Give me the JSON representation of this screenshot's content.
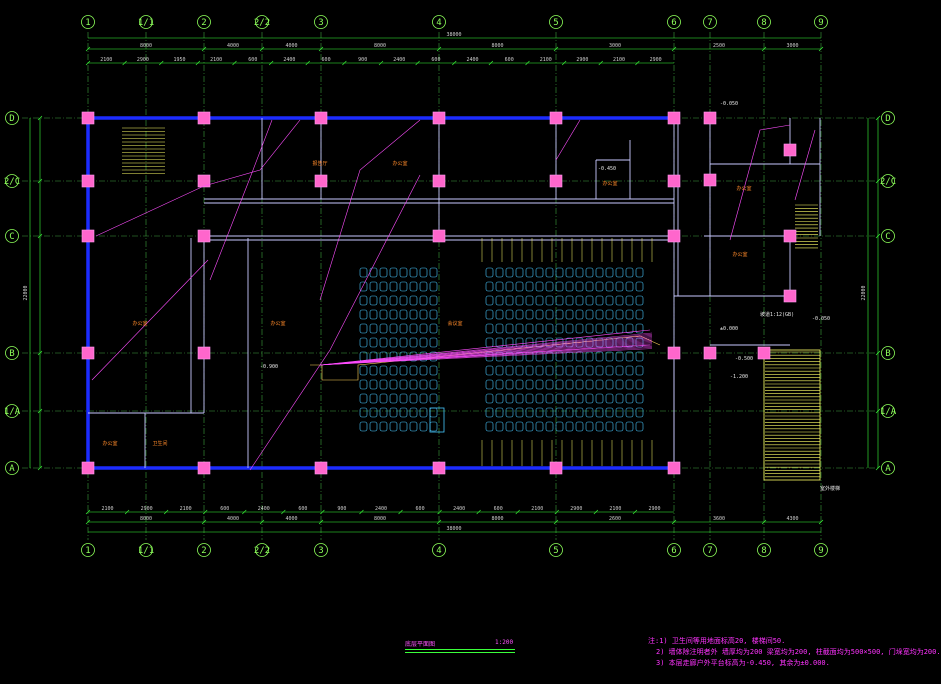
{
  "drawing": {
    "grid_columns": [
      "1",
      "1/1",
      "2",
      "2/2",
      "3",
      "4",
      "5",
      "6",
      "7",
      "8",
      "9"
    ],
    "grid_rows": [
      "D",
      "2/C",
      "C",
      "B",
      "1/A",
      "A"
    ],
    "top_total": "38000",
    "bottom_total": "38000",
    "top_spans": [
      "8000",
      "4000",
      "4000",
      "8000",
      "8000",
      "3000",
      "2500",
      "3000"
    ],
    "bottom_spans": [
      "8000",
      "4000",
      "4000",
      "8000",
      "8000",
      "2600",
      "3600",
      "4300"
    ],
    "top_subdims": [
      "2100",
      "2900",
      "1950",
      "2100",
      "600",
      "2400",
      "600",
      "900",
      "2400",
      "600",
      "2400",
      "600",
      "2100",
      "2900",
      "2100",
      "2900"
    ],
    "bottom_subdims": [
      "2100",
      "2900",
      "2100",
      "600",
      "2400",
      "600",
      "900",
      "2400",
      "600",
      "2400",
      "600",
      "2100",
      "2900",
      "2100",
      "2900"
    ],
    "left_total": "22000",
    "right_total": "22000",
    "rooms": [
      "办公室",
      "办公室",
      "会议室",
      "办公室",
      "报告厅",
      "办公室",
      "办公室",
      "卫生间",
      "办公室",
      "办公室"
    ],
    "levels": [
      "-0.050",
      "±0.000",
      "-0.500",
      "-1.200",
      "-0.900",
      "-0.450",
      "-0.050"
    ],
    "stair_tag": "室外楼梯",
    "ramp_note": "坡道1:12(GB)"
  },
  "title_block": {
    "title": "底层平面图",
    "scale": "1:200"
  },
  "notes": [
    "注:1) 卫生间等用地面标高20, 楼梯间50.",
    "2) 墙体除注明者外 墙厚均为200 梁宽均为200, 柱截面均为500×500, 门垛宽均为200.",
    "3) 本层走廊户外平台标高为-0.450, 其余为±0.000."
  ]
}
